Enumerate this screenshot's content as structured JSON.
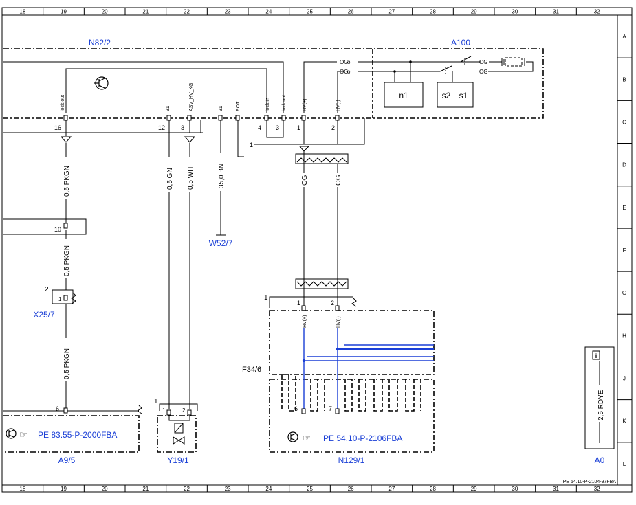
{
  "grid": {
    "columns": [
      "18",
      "19",
      "20",
      "21",
      "22",
      "23",
      "24",
      "25",
      "26",
      "27",
      "28",
      "29",
      "30",
      "31",
      "32"
    ],
    "rows": [
      "A",
      "B",
      "C",
      "D",
      "E",
      "F",
      "G",
      "H",
      "J",
      "K",
      "L"
    ]
  },
  "components": {
    "n82_2": "N82/2",
    "a100": "A100",
    "n1": "n1",
    "s2": "s2",
    "s1": "s1",
    "w52_7": "W52/7",
    "x25_7": "X25/7",
    "f34_6": "F34/6",
    "a9_5": "A9/5",
    "y19_1": "Y19/1",
    "n129_1": "N129/1",
    "a0": "A0"
  },
  "pins": {
    "lock_out": "lock out",
    "lock_in": "lock in",
    "hv_pos": "HV(+)",
    "hv_neg": "HV(-)",
    "asv_hv_kg": "ASV_HV_KG",
    "pin31": "31",
    "pot": "POT",
    "og": "OG"
  },
  "pin_numbers": {
    "p16": "16",
    "p12": "12",
    "p3": "3",
    "p4": "4",
    "p3b": "3",
    "p1": "1",
    "p2": "2",
    "p10": "10",
    "x2": "2",
    "x1": "1",
    "p6": "6",
    "y1": "1",
    "y1b": "1",
    "y2": "2",
    "h1": "1",
    "h2": "2",
    "f1": "1",
    "f6": "6",
    "f7": "7",
    "shield1": "1"
  },
  "wires": {
    "pkgn_top": "0,5 PKGN",
    "pkgn_mid": "0,5 PKGN",
    "pkgn_low": "0,5 PKGN",
    "gn": "0,5 GN",
    "wh": "0,5 WH",
    "bn": "35,0 BN",
    "og1": "OG",
    "og2": "OG",
    "rdye": "2,5 RDYE"
  },
  "references": {
    "a9_ref": "PE 83.55-P-2000FBA",
    "n129_ref": "PE 54.10-P-2106FBA",
    "doc_id": "PE 54.10-P-2104-97FBA"
  },
  "colors": {
    "line": "#000000",
    "component_label": "#1a3fd6",
    "highlight_wire": "#1a3fd6"
  }
}
